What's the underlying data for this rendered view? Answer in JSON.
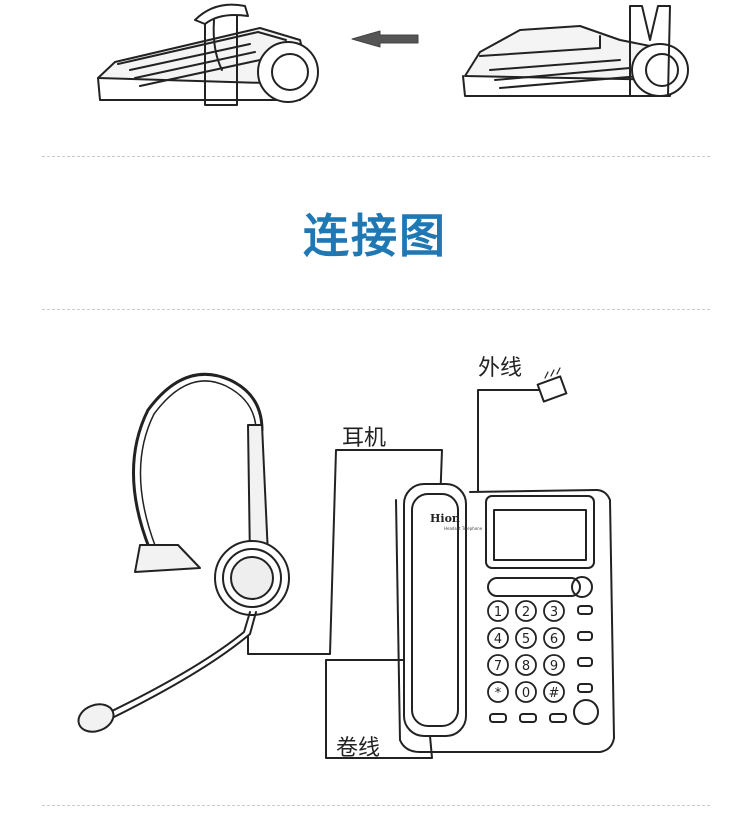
{
  "header": {
    "title": "连接图"
  },
  "labels": {
    "outside_line": "外线",
    "headset": "耳机",
    "coil_cord": "卷线"
  },
  "phone": {
    "brand": "Hion",
    "brand_sub": "Headset Telephone",
    "keys": [
      "1",
      "2",
      "3",
      "4",
      "5",
      "6",
      "7",
      "8",
      "9",
      "*",
      "0",
      "#"
    ]
  },
  "colors": {
    "title": "#1f77b4",
    "line": "#222222",
    "divider": "#c9c9c9"
  }
}
